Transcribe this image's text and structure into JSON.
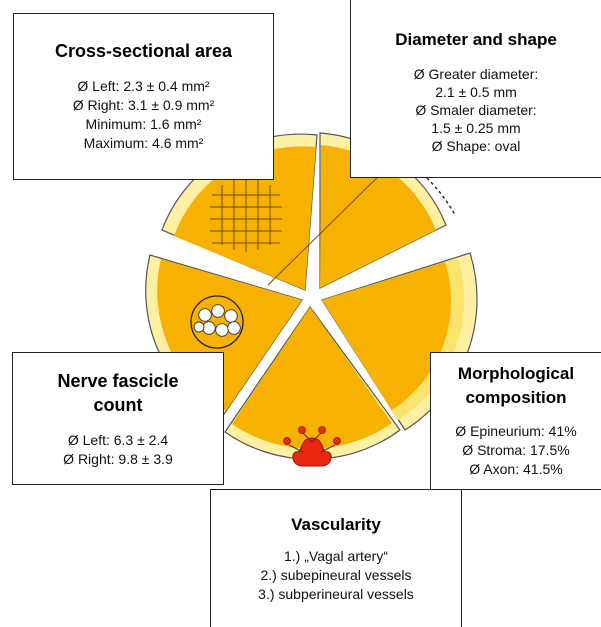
{
  "cross_sectional_area": {
    "title": "Cross-sectional area",
    "lines": [
      "Ø Left: 2.3 ± 0.4 mm²",
      "Ø Right: 3.1 ± 0.9 mm²",
      "Minimum: 1.6 mm²",
      "Maximum: 4.6 mm²"
    ]
  },
  "diameter_and_shape": {
    "title": "Diameter and shape",
    "lines": [
      "Ø Greater diameter:",
      "2.1 ± 0.5 mm",
      "Ø Smaler diameter:",
      "1.5 ± 0.25 mm",
      "Ø Shape: oval"
    ]
  },
  "nerve_fascicle_count": {
    "title_line1": "Nerve fascicle",
    "title_line2": "count",
    "lines": [
      "Ø Left: 6.3 ± 2.4",
      "Ø Right: 9.8 ± 3.9"
    ]
  },
  "morphological_composition": {
    "title_line1": "Morphological",
    "title_line2": "composition",
    "lines": [
      "Ø Epineurium: 41%",
      "Ø Stroma: 17.5%",
      "Ø Axon: 41.5%"
    ]
  },
  "vascularity": {
    "title": "Vascularity",
    "lines": [
      "1.) „Vagal artery“",
      "2.) subepineural vessels",
      "3.) subperineural vessels"
    ]
  },
  "colors": {
    "nerve_orange": "#f7b100",
    "epineurium_yellow": "#fbe46e",
    "rim_pale_yellow": "#fdf0a3",
    "vessel_red": "#e8280f",
    "outline": "#555555"
  }
}
